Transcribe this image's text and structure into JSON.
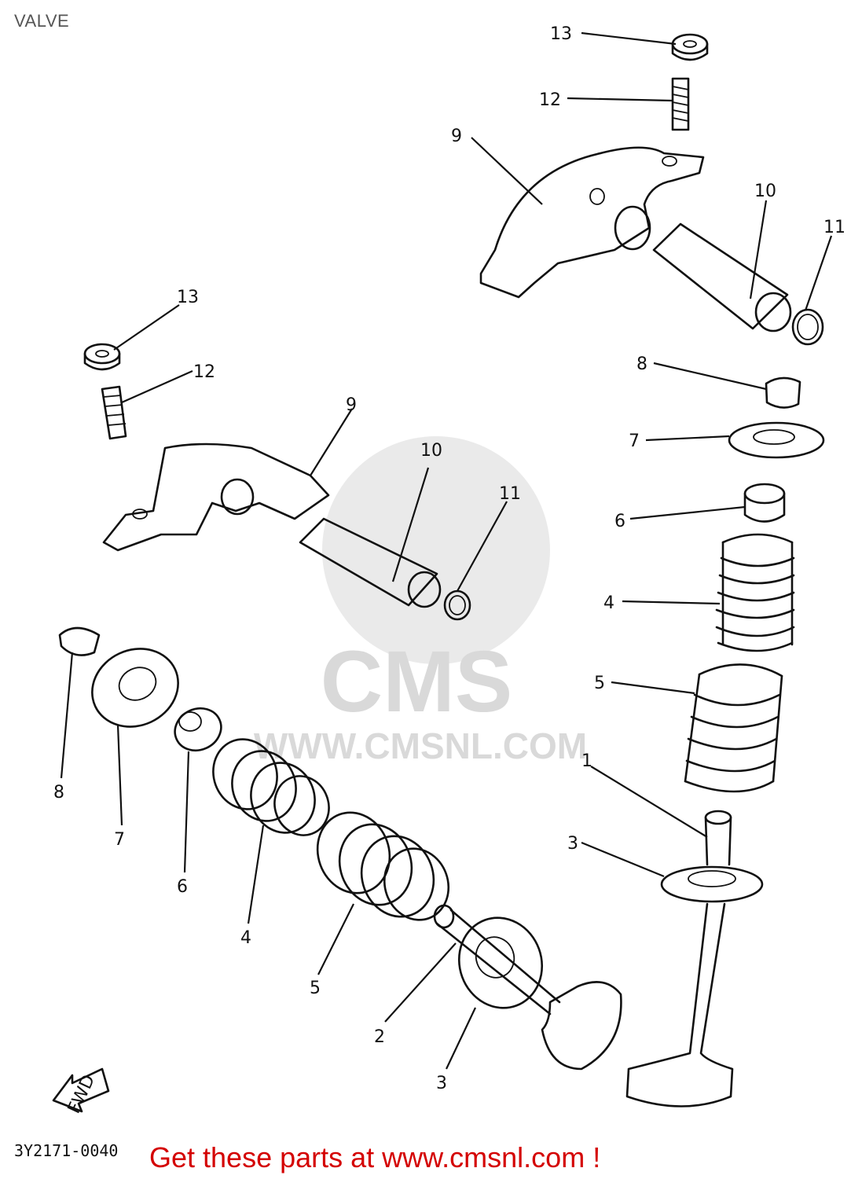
{
  "title": "VALVE",
  "diagram_code": "3Y2171-0040",
  "call_to_action": "Get these parts at www.cmsnl.com !",
  "watermark": {
    "brand": "CMS",
    "url": "WWW.CMSNL.COM"
  },
  "fwd_label": "FWD",
  "labels": [
    "1",
    "2",
    "3",
    "3",
    "4",
    "4",
    "5",
    "5",
    "6",
    "6",
    "7",
    "7",
    "8",
    "8",
    "9",
    "9",
    "10",
    "10",
    "11",
    "11",
    "12",
    "12",
    "13",
    "13"
  ],
  "colors": {
    "cta": "#d40000",
    "watermark": "#d9d9d9",
    "lines": "#111111"
  }
}
